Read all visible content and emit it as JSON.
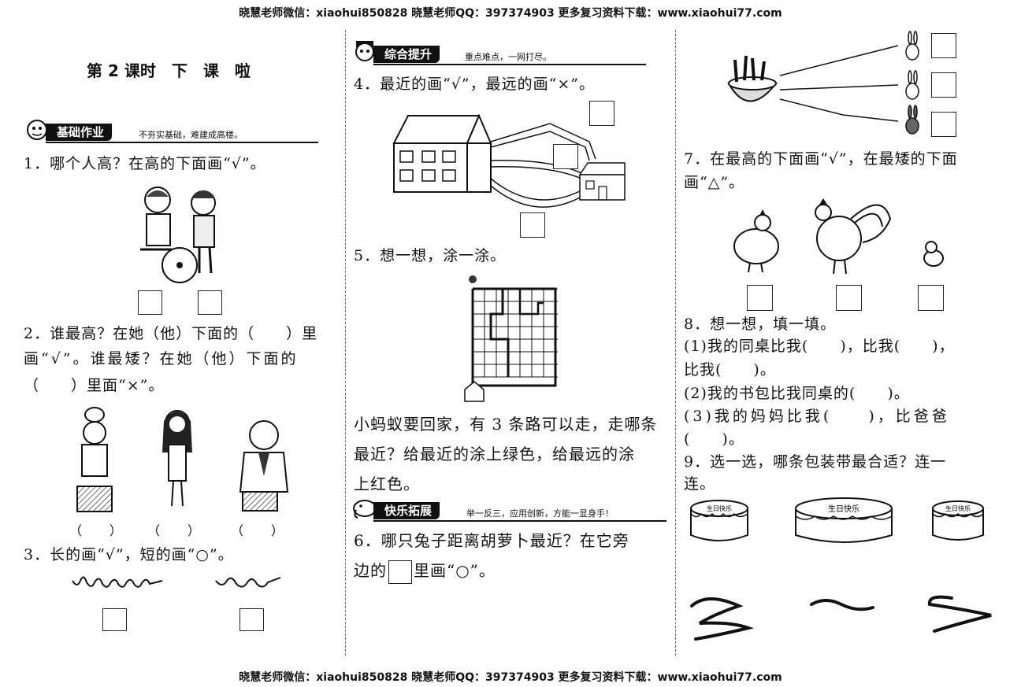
{
  "header_text": "晓慧老师微信：xiaohui850828 晓慧老师QQ：397374903 更多复习资料下载：www.xiaohui77.com",
  "footer_text": "晓慧老师微信：xiaohui850828 晓慧老师QQ：397374903 更多复习资料下载：www.xiaohui77.com",
  "title": "第 2 课时　下　课　啦",
  "sections": {
    "basic": {
      "label": "基础作业",
      "slogan": "不夯实基础，难建成高楼。"
    },
    "comprehensive": {
      "label": "综合提升",
      "slogan": "重点难点，一网打尽。"
    },
    "extension": {
      "label": "快乐拓展",
      "slogan": "举一反三，应用创新，方能一显身手！"
    }
  },
  "questions": {
    "q1": "1．哪个人高？在高的下面画“√”。",
    "q2_l1": "2．谁最高？在她（他）下面的（　　）里",
    "q2_l2": "画“√”。谁最矮？在她（他）下面的",
    "q2_l3": "（　　）里面“×”。",
    "q2_parens": [
      "（　　）",
      "（　　）",
      "（　　）"
    ],
    "q3": "3．长的画“√”，短的画“○”。",
    "q4": "4．最近的画“√”，最远的画“×”。",
    "q5": "5．想一想，涂一涂。",
    "q5_p1": "小蚂蚁要回家，有 3 条路可以走，走哪条",
    "q5_p2": "最近？给最近的涂上绿色，给最远的涂",
    "q5_p3": "上红色。",
    "q6_l1": "6．哪只兔子距离胡萝卜最近？在它旁",
    "q6_l2a": "边的",
    "q6_l2b": "里画“○”。",
    "q7_l1": "7．在最高的下面画“√”，在最矮的下面",
    "q7_l2": "画“△”。",
    "q8": "8．想一想，填一填。",
    "q8_1a": "(1)我的同桌比我(　　)，比我(　　)，",
    "q8_1b": "比我(　　)。",
    "q8_2": "(2)我的书包比我同桌的(　　)。",
    "q8_3a": "(3)我的妈妈比我(　　)，比爸爸",
    "q8_3b": "(　　)。",
    "q9_l1": "9．选一选，哪条包装带最合适？连一",
    "q9_l2": "连。"
  },
  "cake_label": "生日快乐"
}
